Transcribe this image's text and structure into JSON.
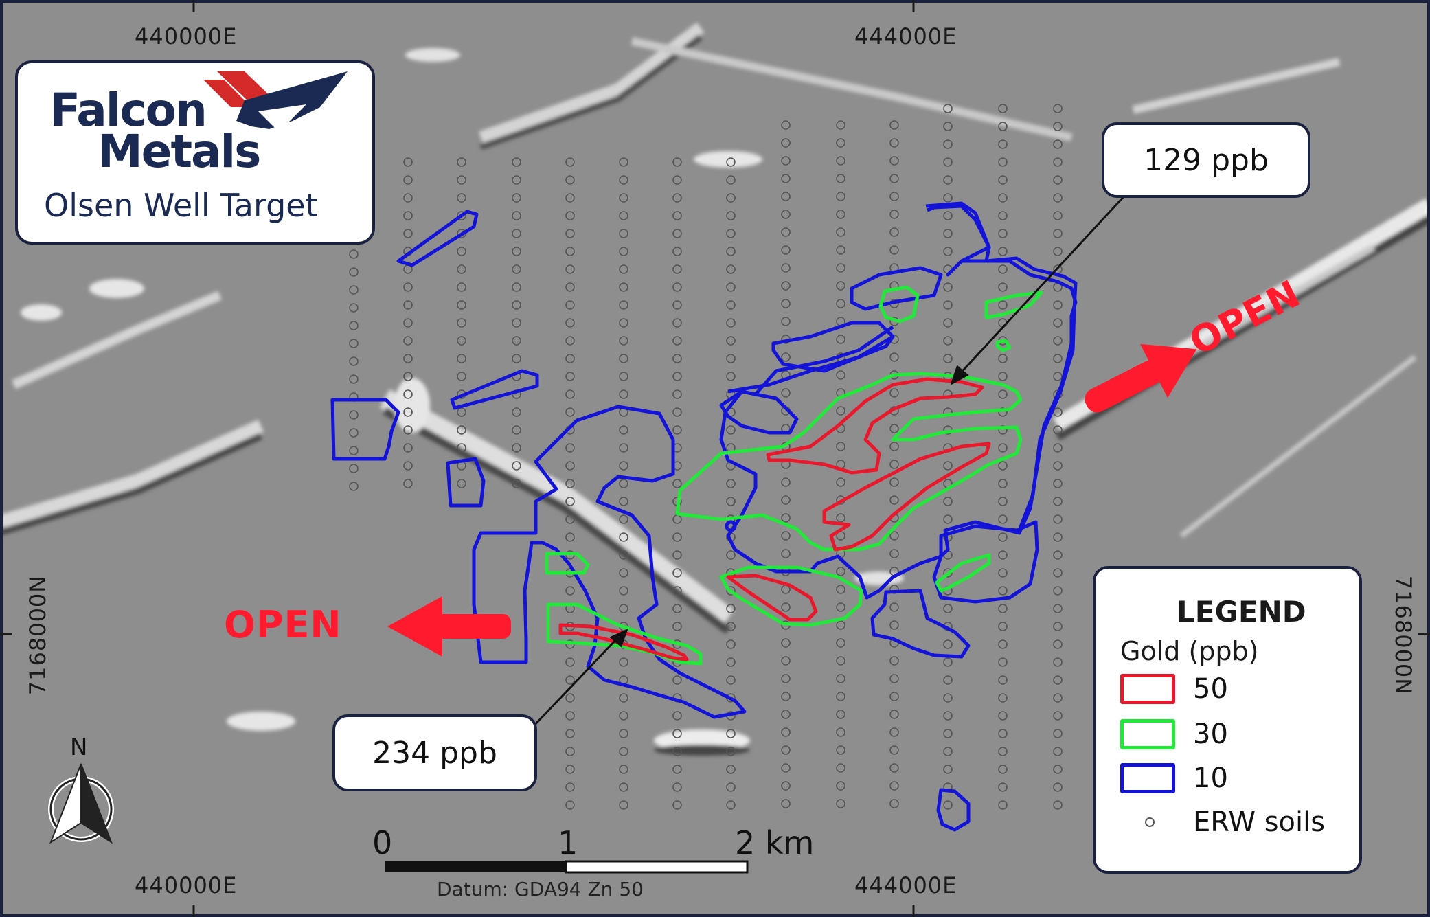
{
  "title": {
    "company_line1": "Falcon",
    "company_line2": "Metals",
    "target_name": "Olsen Well Target"
  },
  "grid_labels": {
    "easting_left_top": "440000E",
    "easting_right_top": "444000E",
    "easting_left_bottom": "440000E",
    "easting_right_bottom": "444000E",
    "northing_left": "7168000N",
    "northing_right": "7168000N"
  },
  "callouts": {
    "upper": "129 ppb",
    "lower": "234 ppb"
  },
  "open_labels": {
    "east": "OPEN",
    "west": "OPEN"
  },
  "legend": {
    "title": "LEGEND",
    "subtitle": "Gold (ppb)",
    "items": [
      {
        "label": "50",
        "color": "#e8192c"
      },
      {
        "label": "30",
        "color": "#22e83a"
      },
      {
        "label": "10",
        "color": "#1414d8"
      }
    ],
    "soils_label": "ERW soils"
  },
  "north_arrow": {
    "label": "N"
  },
  "scale_bar": {
    "ticks": [
      "0",
      "1",
      "2 km"
    ],
    "datum": "Datum: GDA94 Zn 50"
  },
  "colors": {
    "frame": "#1a2240",
    "brand_navy": "#1a2a52",
    "brand_red": "#d42a2a",
    "open_red": "#ff1a2e"
  }
}
